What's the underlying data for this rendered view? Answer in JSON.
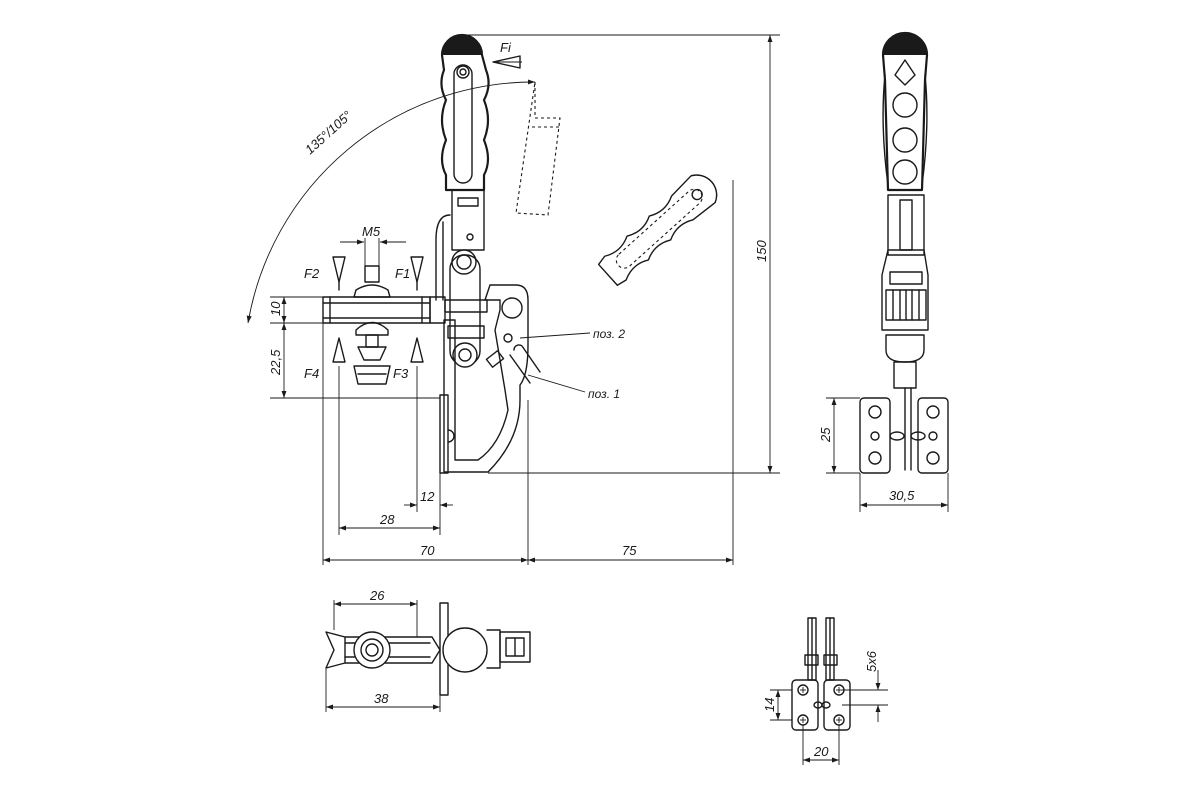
{
  "labels": {
    "force_fi": "Fi",
    "angle": "135°/105°",
    "thread": "M5",
    "force_f1": "F1",
    "force_f2": "F2",
    "force_f3": "F3",
    "force_f4": "F4",
    "pos_1": "поз. 1",
    "pos_2": "поз. 2"
  },
  "dimensions": {
    "d10": "10",
    "d22_5": "22,5",
    "d12": "12",
    "d28": "28",
    "d70": "70",
    "d75": "75",
    "d150": "150",
    "d25": "25",
    "d30_5": "30,5",
    "d26": "26",
    "d38": "38",
    "d14": "14",
    "d20": "20",
    "d5x6": "5x6"
  }
}
